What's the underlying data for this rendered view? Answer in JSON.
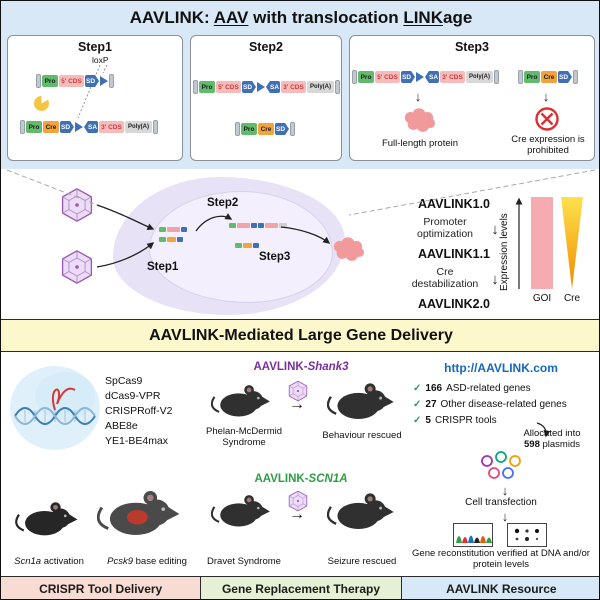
{
  "header": {
    "title": {
      "p1": "AAVLINK: ",
      "u1": "AAV",
      "p2": " with translocation ",
      "u2": "LINK",
      "p3": "age"
    }
  },
  "icons": {
    "check": "✓",
    "arrow_down": "↓",
    "arrow_right": "→"
  },
  "steps": [
    {
      "label": "Step1",
      "loxp_label": "loxP",
      "top": [
        "Pro",
        "5' CDS",
        "SD",
        "loxP"
      ],
      "bottom": [
        "Pro",
        "Cre",
        "SD",
        "loxP",
        "SA",
        "3' CDS",
        "Poly(A)"
      ]
    },
    {
      "label": "Step2",
      "top": [
        "Pro",
        "5' CDS",
        "SD",
        "loxP",
        "SA",
        "3' CDS",
        "Poly(A)"
      ],
      "bottom": [
        "Pro",
        "Cre",
        "SD"
      ]
    },
    {
      "label": "Step3",
      "left": [
        "Pro",
        "5' CDS",
        "SD",
        "loxP",
        "SA",
        "3' CDS",
        "Poly(A)"
      ],
      "right": [
        "Pro",
        "Cre",
        "SD"
      ],
      "protein_caption": "Full-length protein",
      "cre_caption": "Cre expression is prohibited"
    }
  ],
  "cell": {
    "step1": "Step1",
    "step2": "Step2",
    "step3": "Step3"
  },
  "evolution": {
    "versions": [
      "AAVLINK1.0",
      "AAVLINK1.1",
      "AAVLINK2.0"
    ],
    "transitions": [
      "Promoter optimization",
      "Cre destabilization"
    ],
    "axis_label": "Expression levels",
    "goi_label": "GOI",
    "cre_label": "Cre"
  },
  "banner": {
    "text": "AAVLINK-Mediated Large Gene Delivery"
  },
  "crispr_column": {
    "tools": [
      "SpCas9",
      "dCas9-VPR",
      "CRISPRoff-V2",
      "ABE8e",
      "YE1-BE4max"
    ],
    "mouse1_gene": "Scn1a",
    "mouse1_rest": " activation",
    "mouse2_gene": "Pcsk9",
    "mouse2_rest": " base editing",
    "footer": "CRISPR Tool Delivery"
  },
  "gene_column": {
    "case1": {
      "title_prefix": "AAVLINK-",
      "title_italic": "Shank3",
      "before": "Phelan-McDermid Syndrome",
      "after": "Behaviour rescued"
    },
    "case2": {
      "title_prefix": "AAVLINK-",
      "title_italic": "SCN1A",
      "before": "Dravet Syndrome",
      "after": "Seizure rescued"
    },
    "footer": "Gene Replacement Therapy"
  },
  "resource_column": {
    "url": "http://AAVLINK.com",
    "items": [
      {
        "num": "166",
        "text": "ASD-related genes"
      },
      {
        "num": "27",
        "text": "Other disease-related genes"
      },
      {
        "num": "5",
        "text": "CRISPR tools"
      }
    ],
    "allocated_line1": "Allocated into",
    "allocated_num": "598",
    "allocated_rest": " plasmids",
    "transfection": "Cell transfection",
    "verification": "Gene reconstitution verified at DNA and/or protein levels",
    "footer": "AAVLINK Resource"
  },
  "colors": {
    "goi_bar": "#f6abb0",
    "cre_gradient_top": "#ffe14d",
    "cre_gradient_bottom": "#f08c00",
    "pro": "#62bb6d",
    "cds_bg": "#f6bcbc",
    "cds_text": "#d23a3a",
    "splice": "#3f6fb5",
    "cre": "#f2a33c",
    "polya": "#d8d8d8",
    "case1_title": "#7b2f9e",
    "case2_title": "#2e9e44",
    "url": "#1767c0"
  }
}
